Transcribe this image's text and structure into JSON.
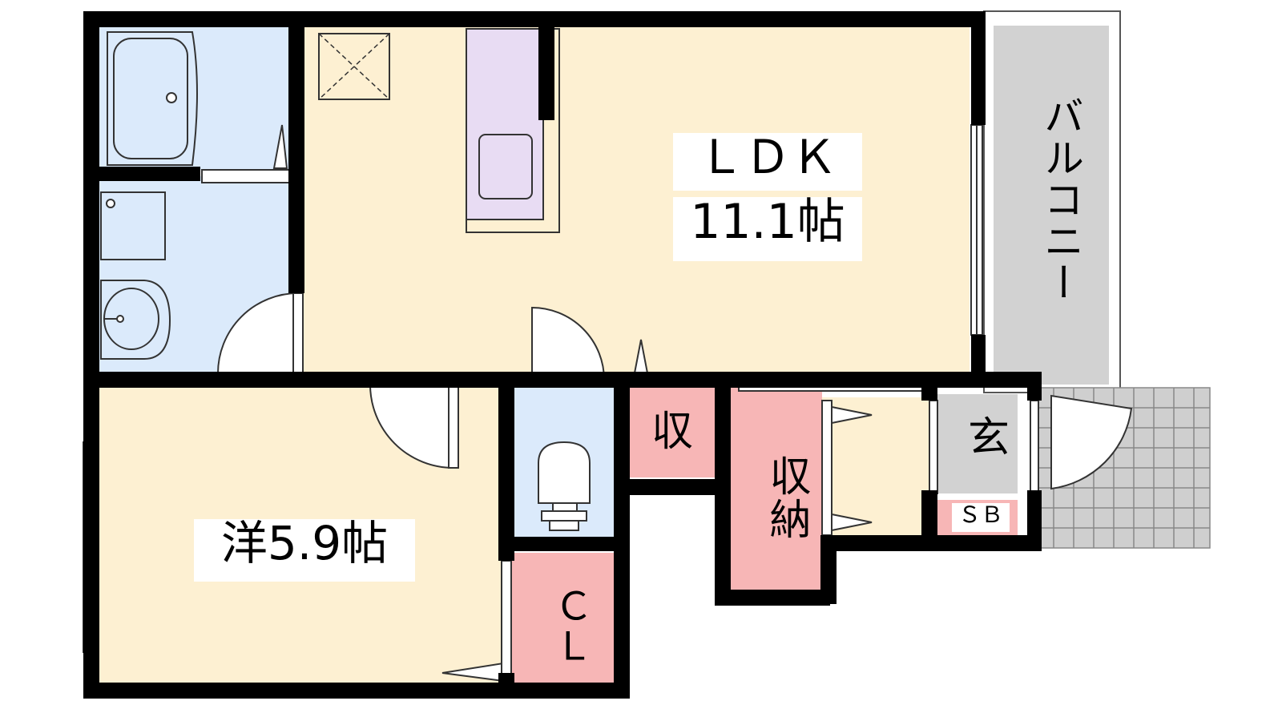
{
  "colors": {
    "wall": "#000000",
    "living": "#fdf0d2",
    "wet": "#dbeafb",
    "storage": "#f7b6b6",
    "balcony": "#d2d2d2",
    "kitchen": "#e8dcf3",
    "tile": "#cfcfcf"
  },
  "rooms": {
    "ldk": {
      "name": "ＬＤＫ",
      "size": "11.1帖"
    },
    "western": {
      "label": "洋5.9帖"
    },
    "balcony": {
      "label": "バルコニー"
    },
    "closet": {
      "label": "ＣＬ"
    },
    "small_storage": {
      "label": "収"
    },
    "storage": {
      "label": "収納"
    },
    "entrance": {
      "label": "玄"
    },
    "shoe_box": {
      "label": "ＳＢ"
    }
  }
}
